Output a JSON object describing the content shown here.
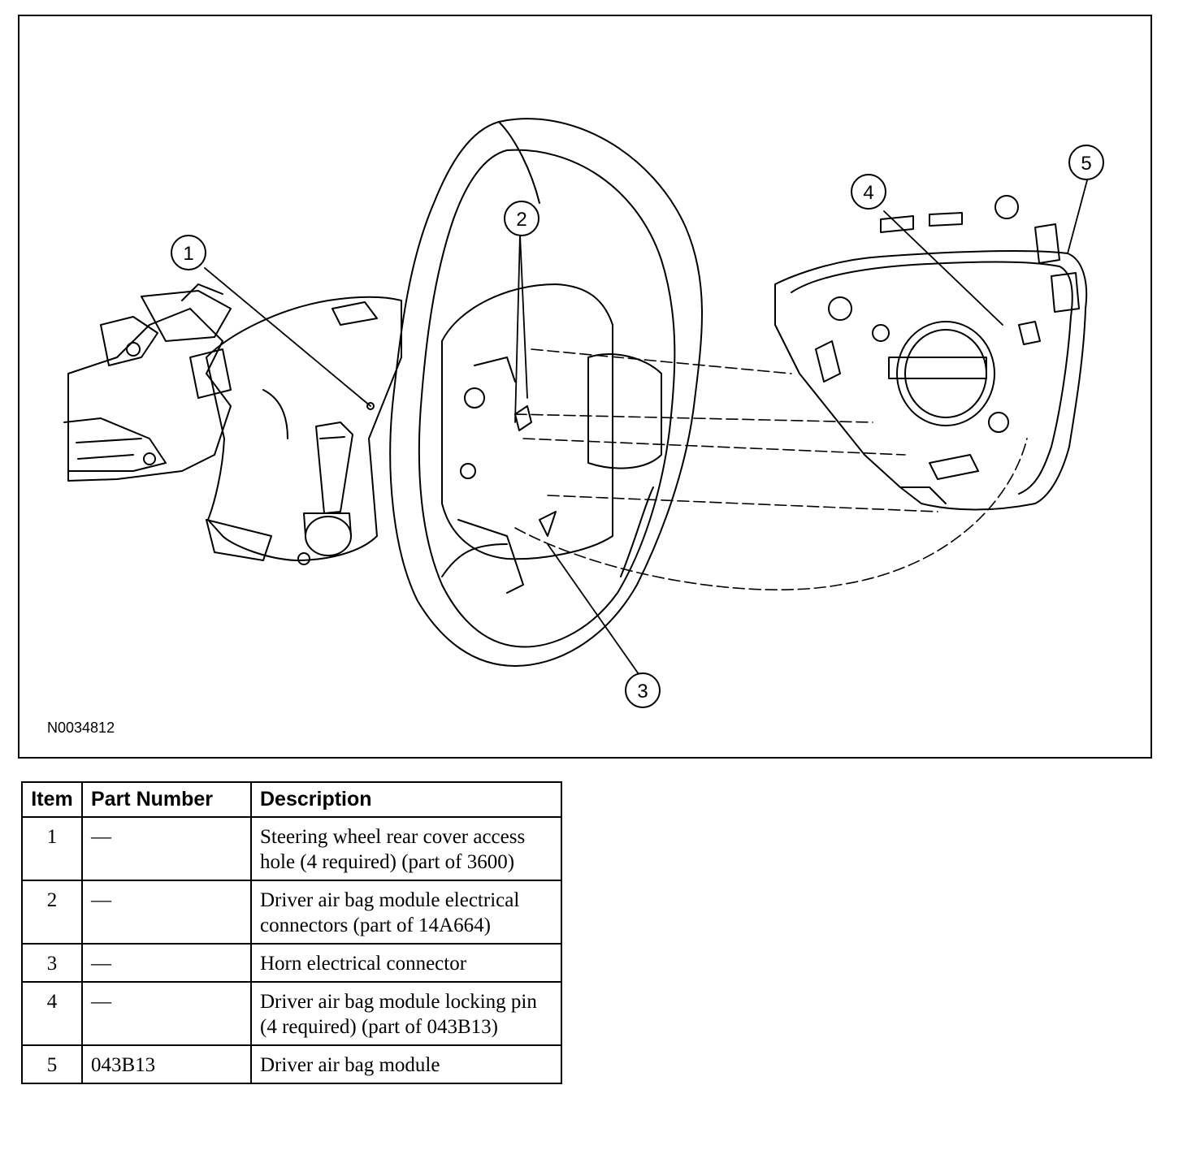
{
  "figure": {
    "id": "N0034812",
    "callouts": [
      "1",
      "2",
      "3",
      "4",
      "5"
    ]
  },
  "table": {
    "headers": [
      "Item",
      "Part Number",
      "Description"
    ],
    "rows": [
      {
        "item": "1",
        "part_number": "—",
        "description": "Steering wheel rear cover access hole (4 required) (part of 3600)"
      },
      {
        "item": "2",
        "part_number": "—",
        "description": "Driver air bag module electrical connectors (part of 14A664)"
      },
      {
        "item": "3",
        "part_number": "—",
        "description": "Horn electrical connector"
      },
      {
        "item": "4",
        "part_number": "—",
        "description": "Driver air bag module locking pin (4 required) (part of 043B13)"
      },
      {
        "item": "5",
        "part_number": "043B13",
        "description": "Driver air bag module"
      }
    ]
  }
}
